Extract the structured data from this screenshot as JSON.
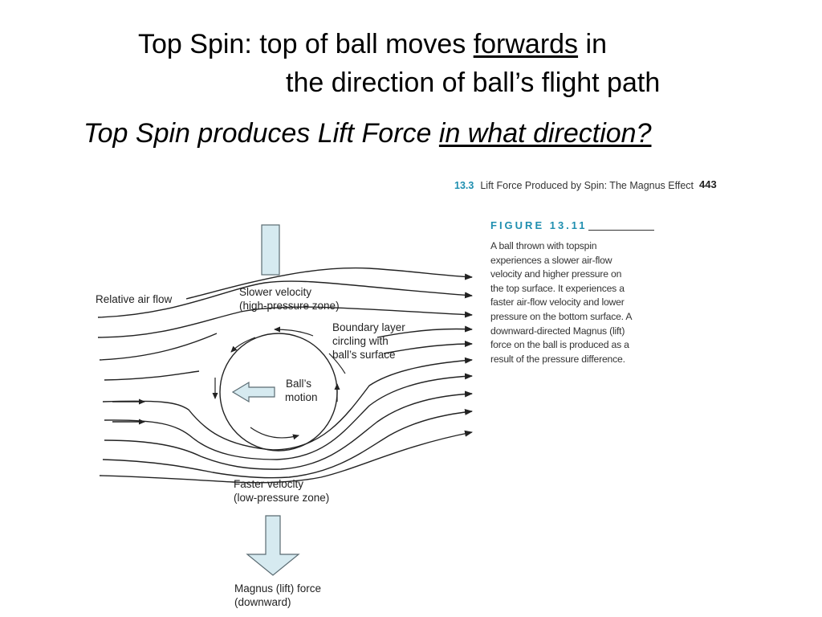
{
  "slide": {
    "title_line1_a": "Top Spin: top of ball moves ",
    "title_line1_u": "forwards",
    "title_line1_b": " in",
    "title_line2": "the direction of ball’s flight path",
    "question_a": "Top Spin produces Lift Force ",
    "question_u": "in what direction?"
  },
  "book": {
    "section": "13.3",
    "header": "Lift Force Produced by Spin: The Magnus Effect",
    "page": "443",
    "figure_label": "FIGURE 13.11",
    "caption_lines": [
      "A ball thrown with topspin",
      "experiences a slower air-flow",
      "velocity and higher pressure on",
      "the top surface. It experiences a",
      "faster air-flow velocity and lower",
      "pressure on the bottom surface. A",
      "downward-directed Magnus (lift)",
      "force on the ball is produced as a",
      "result of the pressure difference."
    ]
  },
  "diagram": {
    "relative_air_flow": "Relative air flow",
    "slower_velocity": "Slower velocity",
    "high_pressure": "(high-pressure zone)",
    "boundary_1": "Boundary layer",
    "boundary_2": "circling with",
    "boundary_3": "ball’s surface",
    "ball_motion_1": "Ball’s",
    "ball_motion_2": "motion",
    "faster_velocity": "Faster velocity",
    "low_pressure": "(low-pressure zone)",
    "magnus_1": "Magnus (lift) force",
    "magnus_2": "(downward)",
    "colors": {
      "arrow_fill": "#d6eaf0",
      "arrow_stroke": "#5a6b72",
      "line": "#222222"
    }
  }
}
